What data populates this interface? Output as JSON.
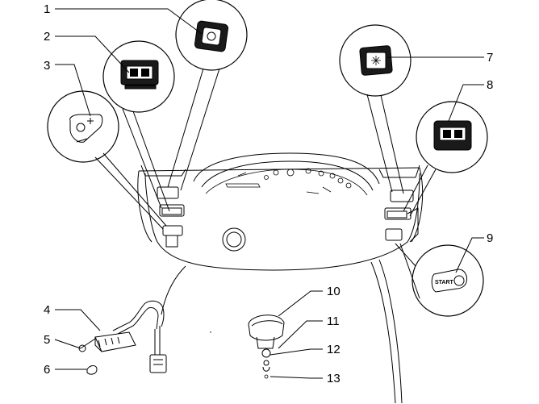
{
  "callouts": [
    {
      "num": "1"
    },
    {
      "num": "2"
    },
    {
      "num": "3"
    },
    {
      "num": "4"
    },
    {
      "num": "5"
    },
    {
      "num": "6"
    },
    {
      "num": "7"
    },
    {
      "num": "8"
    },
    {
      "num": "9"
    },
    {
      "num": "10"
    },
    {
      "num": "11"
    },
    {
      "num": "12"
    },
    {
      "num": "13"
    }
  ],
  "start_label": "START"
}
